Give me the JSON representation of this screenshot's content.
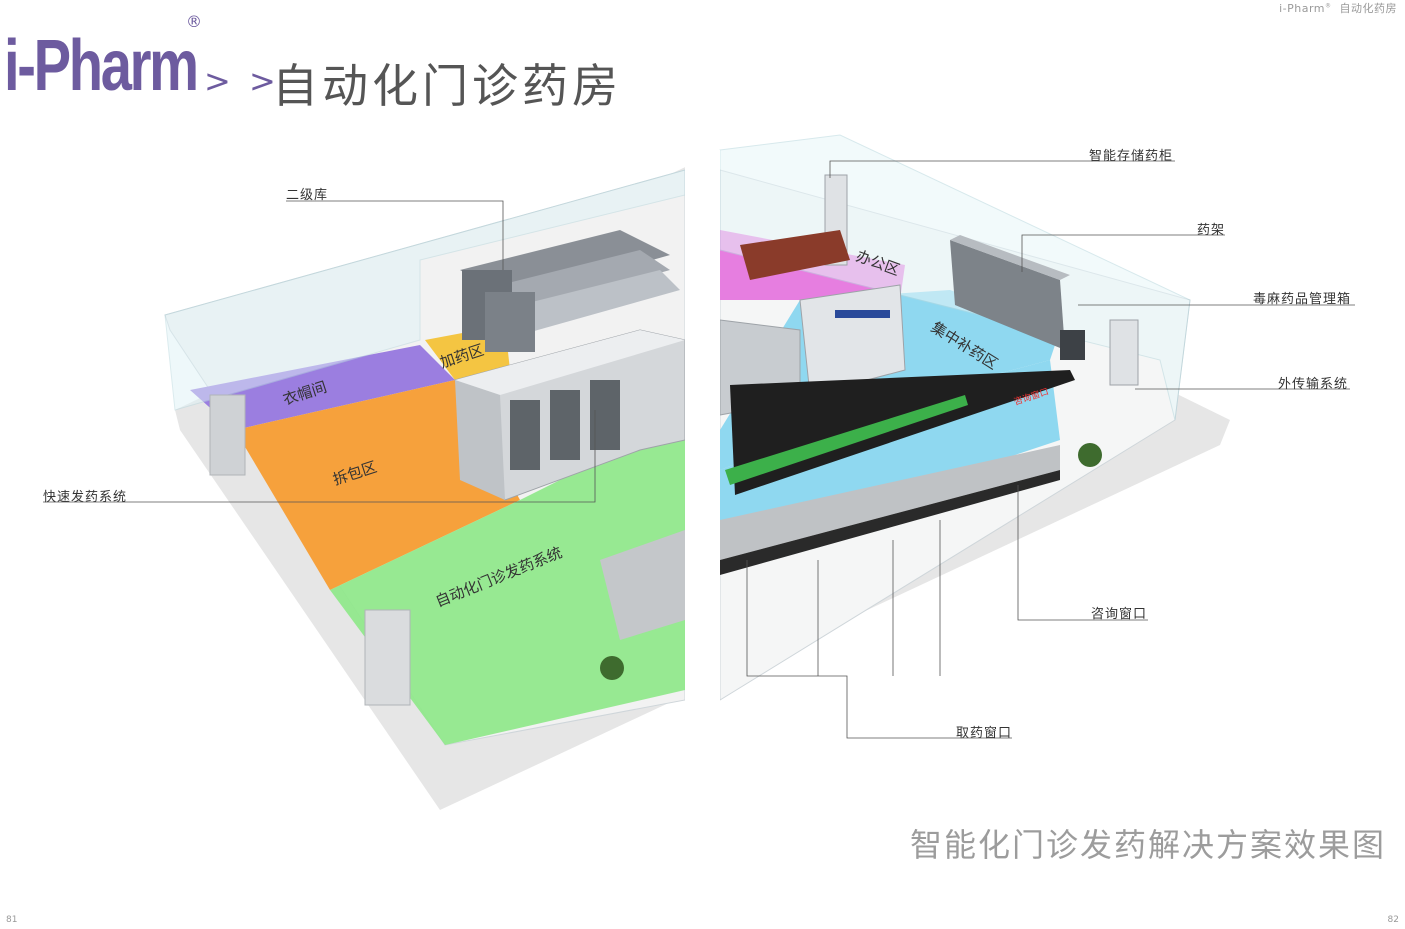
{
  "header": {
    "brand": "i-Pharm",
    "reg": "®",
    "section": "自动化药房"
  },
  "title": {
    "brand": "i-Pharm",
    "reg": "®",
    "arrows": "> >",
    "text": "自动化门诊药房"
  },
  "zones": {
    "cloakroom": "衣帽间",
    "unpacking": "拆包区",
    "loading": "加药区",
    "dispensing": "自动化门诊发药系统",
    "office": "办公区",
    "replenish": "集中补药区",
    "consult_sign": "咨询窗口"
  },
  "callouts": {
    "secondary_store": "二级库",
    "fast_dispense": "快速发药系统",
    "smart_cabinet": "智能存储药柜",
    "shelf": "药架",
    "narcotics": "毒麻药品管理箱",
    "transport": "外传输系统",
    "consult": "咨询窗口",
    "pickup": "取药窗口"
  },
  "caption": "智能化门诊发药解决方案效果图",
  "pages": {
    "left": "81",
    "right": "82"
  },
  "colors": {
    "brand": "#6d5b9f",
    "cloakroom": "#9b7ee0",
    "unpacking": "#f6a13c",
    "loading": "#f4c542",
    "dispensing": "#8fe88a",
    "office": "#e67ee0",
    "replenish": "#8fd8f0"
  }
}
